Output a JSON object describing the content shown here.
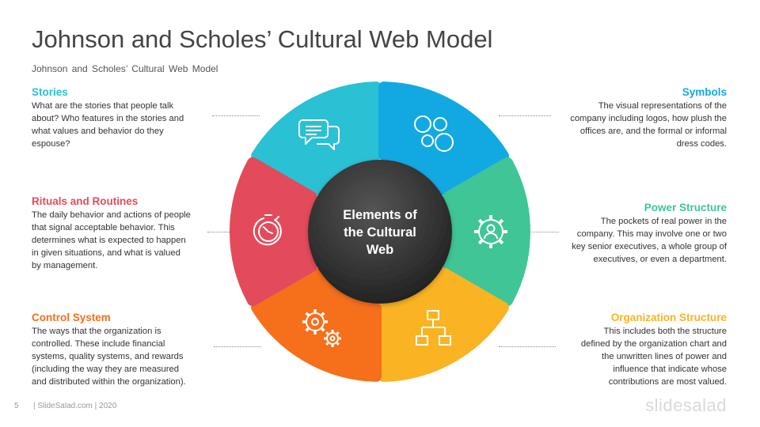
{
  "slide": {
    "title": "Johnson and Scholes’ Cultural Web Model",
    "subtitle": "Johnson and Scholes’ Cultural Web Model",
    "page_number": "5",
    "footer": "| SlideSalad.com | 2020",
    "logo": "slidesalad"
  },
  "center": {
    "line1": "Elements of",
    "line2": "the Cultural",
    "line3": "Web"
  },
  "colors": {
    "stories": "#29c1d3",
    "symbols": "#12a9e3",
    "power": "#3fc596",
    "organization": "#f9b323",
    "control": "#f66f1b",
    "rituals": "#e34a5b",
    "center": "#2f2f2f"
  },
  "elements": [
    {
      "key": "stories",
      "title": "Stories",
      "lines": [
        "What are the stories that people talk",
        "about? Who features in the stories and",
        "what values and behavior do they",
        "espouse?"
      ],
      "icon": "speech-bubbles-icon"
    },
    {
      "key": "rituals",
      "title": "Rituals and Routines",
      "lines": [
        "The daily behavior and actions of people",
        "that signal acceptable behavior. This",
        "determines what is expected to happen",
        "in given situations, and what is valued",
        "by management."
      ],
      "icon": "stopwatch-icon"
    },
    {
      "key": "control",
      "title": "Control System",
      "lines": [
        "The ways that the organization is",
        "controlled. These include financial",
        "systems, quality systems, and rewards",
        "(including the way they are measured",
        "and distributed within the organization)."
      ],
      "icon": "gears-icon"
    },
    {
      "key": "symbols",
      "title": "Symbols",
      "lines": [
        "The visual representations of the",
        "company including logos, how plush the",
        "offices are, and the formal or informal",
        "dress codes."
      ],
      "icon": "circles-icon"
    },
    {
      "key": "power",
      "title": "Power Structure",
      "lines": [
        "The pockets of real power in the",
        "company. This may involve one or two",
        "key senior executives, a whole group of",
        "executives, or even a department."
      ],
      "icon": "person-gear-icon"
    },
    {
      "key": "organization",
      "title": "Organization Structure",
      "lines": [
        "This includes both the structure",
        "defined by the organization chart and",
        "the unwritten lines of power and",
        "influence that indicate whose",
        "contributions are most valued."
      ],
      "icon": "org-chart-icon"
    }
  ]
}
